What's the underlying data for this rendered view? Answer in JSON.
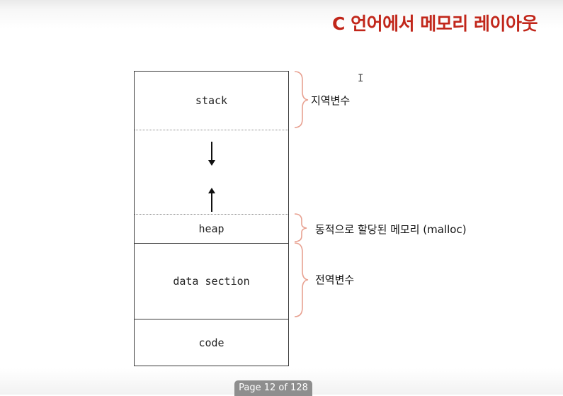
{
  "slide": {
    "title": "C 언어에서 메모리 레이아웃"
  },
  "memory_layout": {
    "segments": {
      "stack": "stack",
      "heap": "heap",
      "data": "data section",
      "code": "code"
    }
  },
  "annotations": {
    "stack": "지역변수",
    "heap": "동적으로 할당된 메모리 (malloc)",
    "data": "전역변수"
  },
  "cursor": {
    "glyph": "I"
  },
  "footer": {
    "page_indicator": "Page 12 of 128"
  },
  "colors": {
    "title": "#c1261a",
    "brace": "#e8a191",
    "box_border": "#3a3a3a",
    "page_indicator_bg": "#8e8e8e"
  }
}
